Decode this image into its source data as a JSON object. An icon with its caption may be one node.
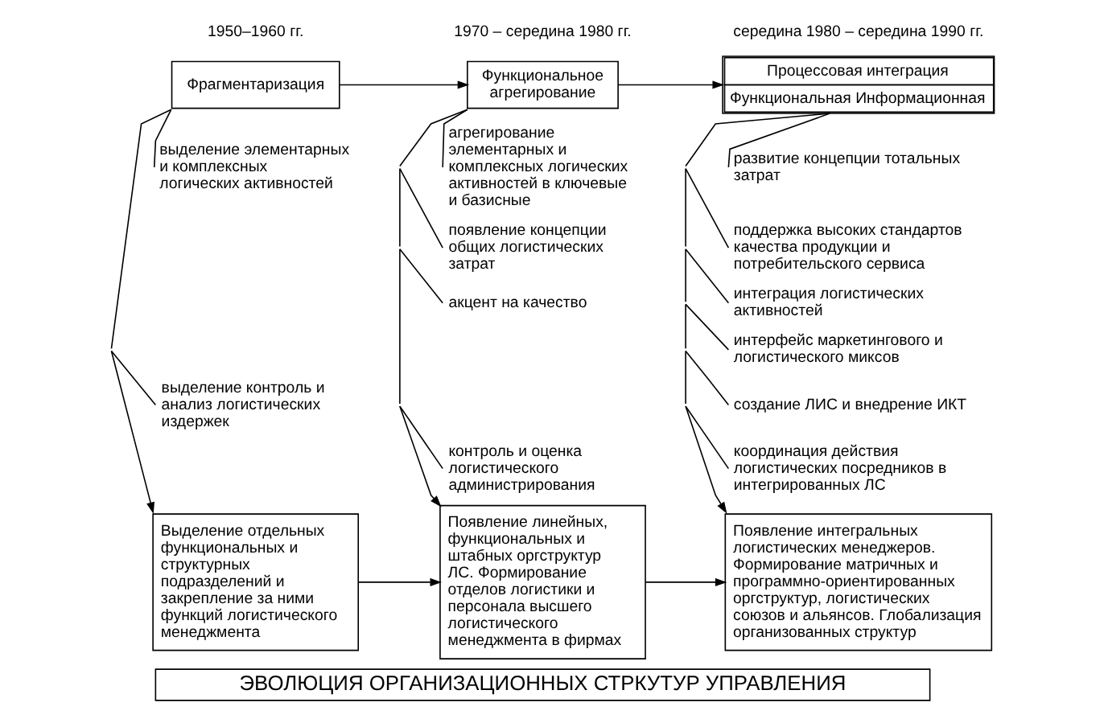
{
  "diagram": {
    "nodes": [
      {
        "text": [
          "Фрагментаризация"
        ]
      },
      {
        "text": [
          "Функциональное агрегирование"
        ]
      },
      {
        "text": [
          "Процессовая интеграция",
          "Функциональная Информационная"
        ]
      },
      {
        "text": [
          "выделение элементарных и комплексных логических активностей"
        ]
      },
      {
        "text": [
          "выделение контроль и анализ логистических издержек"
        ]
      },
      {
        "text": [
          "агрегирование элементарных и комплексных логических активностей в ключевые и базисные"
        ]
      },
      {
        "text": [
          "появление концепции общих логистических затрат"
        ]
      },
      {
        "text": [
          "акцент на качество"
        ]
      },
      {
        "text": [
          "контроль и оценка логистического администрирования"
        ]
      },
      {
        "text": [
          "развитие концепции тотальных затрат"
        ]
      },
      {
        "text": [
          "поддержка высоких стандартов качества продукции и потребительского сервиса"
        ]
      },
      {
        "text": [
          "интеграция логистических активностей"
        ]
      },
      {
        "text": [
          "интерфейс маркетингового и логистического миксов"
        ]
      },
      {
        "text": [
          "создание ЛИС и внедрение ИКТ"
        ]
      },
      {
        "text": [
          "координация действия логистических посредников в интегрированных ЛС"
        ]
      },
      {
        "text": [
          "Выделение отдельных функциональных и структурных подразделений и закрепление за ними функций логистического менеджмента"
        ]
      },
      {
        "text": [
          "Появление линейных, функциональных и штабных оргструктур ЛС. Формирование отделов логистики и персонала высшего логистического менеджмента в фирмах"
        ]
      },
      {
        "text": [
          "Появление интегральных логистических менеджеров. Формирование матричных и программно-ориентированных оргструктур, логистических союзов и альянсов. Глобализация организованных структур"
        ]
      },
      {
        "text": [
          "ЭВОЛЮЦИЯ ОРГАНИЗАЦИОННЫХ СТРКУТУР УПРАВЛЕНИЯ"
        ]
      }
    ],
    "edges": [
      {
        "from": 0,
        "to": 1,
        "arrow": "to"
      },
      {
        "from": 1,
        "to": 2,
        "arrow": "to"
      },
      {
        "from": 0,
        "to": 3,
        "arrow": "none"
      },
      {
        "from": 0,
        "to": 4,
        "arrow": "none"
      },
      {
        "from": 0,
        "to": 15,
        "arrow": "to"
      },
      {
        "from": 1,
        "to": 5,
        "arrow": "none"
      },
      {
        "from": 1,
        "to": 6,
        "arrow": "none"
      },
      {
        "from": 1,
        "to": 7,
        "arrow": "none"
      },
      {
        "from": 1,
        "to": 8,
        "arrow": "none"
      },
      {
        "from": 1,
        "to": 16,
        "arrow": "to"
      },
      {
        "from": 2,
        "to": 9,
        "arrow": "none"
      },
      {
        "from": 2,
        "to": 10,
        "arrow": "none"
      },
      {
        "from": 2,
        "to": 11,
        "arrow": "none"
      },
      {
        "from": 2,
        "to": 12,
        "arrow": "none"
      },
      {
        "from": 2,
        "to": 13,
        "arrow": "none"
      },
      {
        "from": 2,
        "to": 14,
        "arrow": "none"
      },
      {
        "from": 2,
        "to": 17,
        "arrow": "to"
      },
      {
        "from": 15,
        "to": 16,
        "arrow": "to"
      },
      {
        "from": 16,
        "to": 17,
        "arrow": "to"
      }
    ],
    "labels": [
      "1950–1960 гг.",
      "1970 – середина 1980 гг.",
      "середина 1980 – середина 1990 гг."
    ]
  }
}
